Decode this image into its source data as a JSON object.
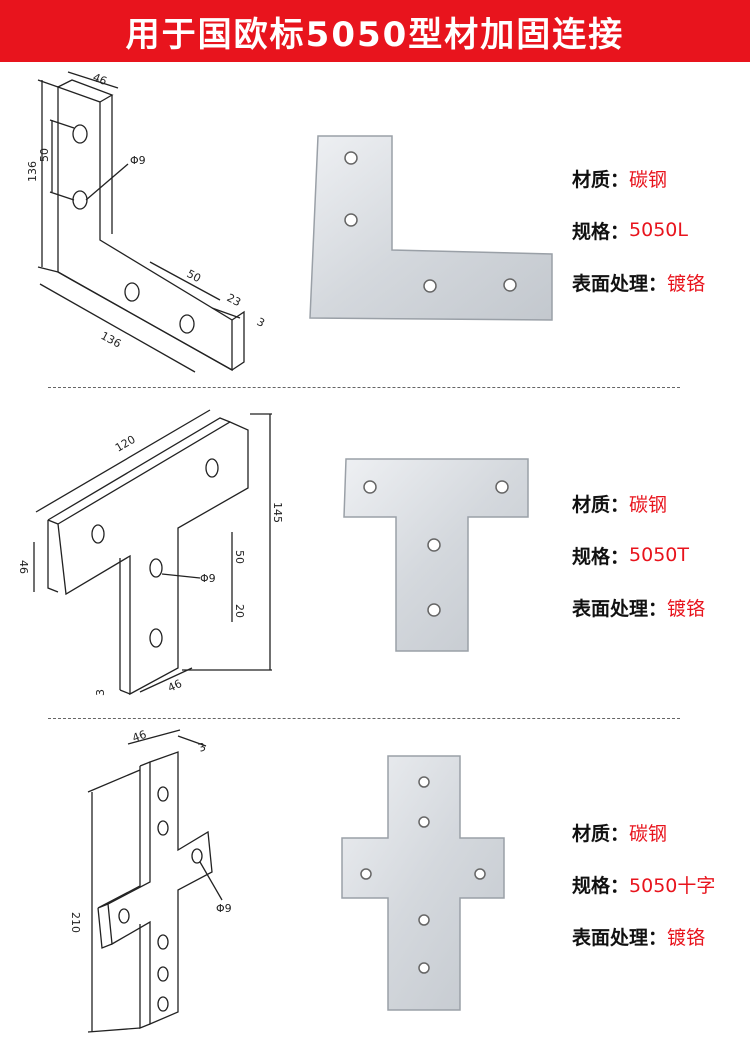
{
  "banner": {
    "title": "用于国欧标5050型材加固连接"
  },
  "labels": {
    "material": "材质：",
    "spec": "规格：",
    "finish": "表面处理："
  },
  "products": [
    {
      "material": "碳钢",
      "spec": "5050L",
      "finish": "镀铬",
      "dims": {
        "width": "46",
        "hole_spacing": "50",
        "height": "136",
        "hole": "Φ9",
        "h_spacing": "50",
        "edge": "23",
        "thick": "3",
        "length": "136"
      }
    },
    {
      "material": "碳钢",
      "spec": "5050T",
      "finish": "镀铬",
      "dims": {
        "length": "120",
        "height": "145",
        "width": "46",
        "hole_spacing": "50",
        "hole": "Φ9",
        "edge": "20",
        "thick": "3",
        "stem": "46"
      }
    },
    {
      "material": "碳钢",
      "spec": "5050十字",
      "finish": "镀铬",
      "dims": {
        "width": "46",
        "thick": "3",
        "height": "210",
        "hole": "Φ9"
      }
    }
  ],
  "colors": {
    "banner": "#e8141d",
    "value_text": "#e8141d",
    "plate": "#d7dbe0"
  }
}
